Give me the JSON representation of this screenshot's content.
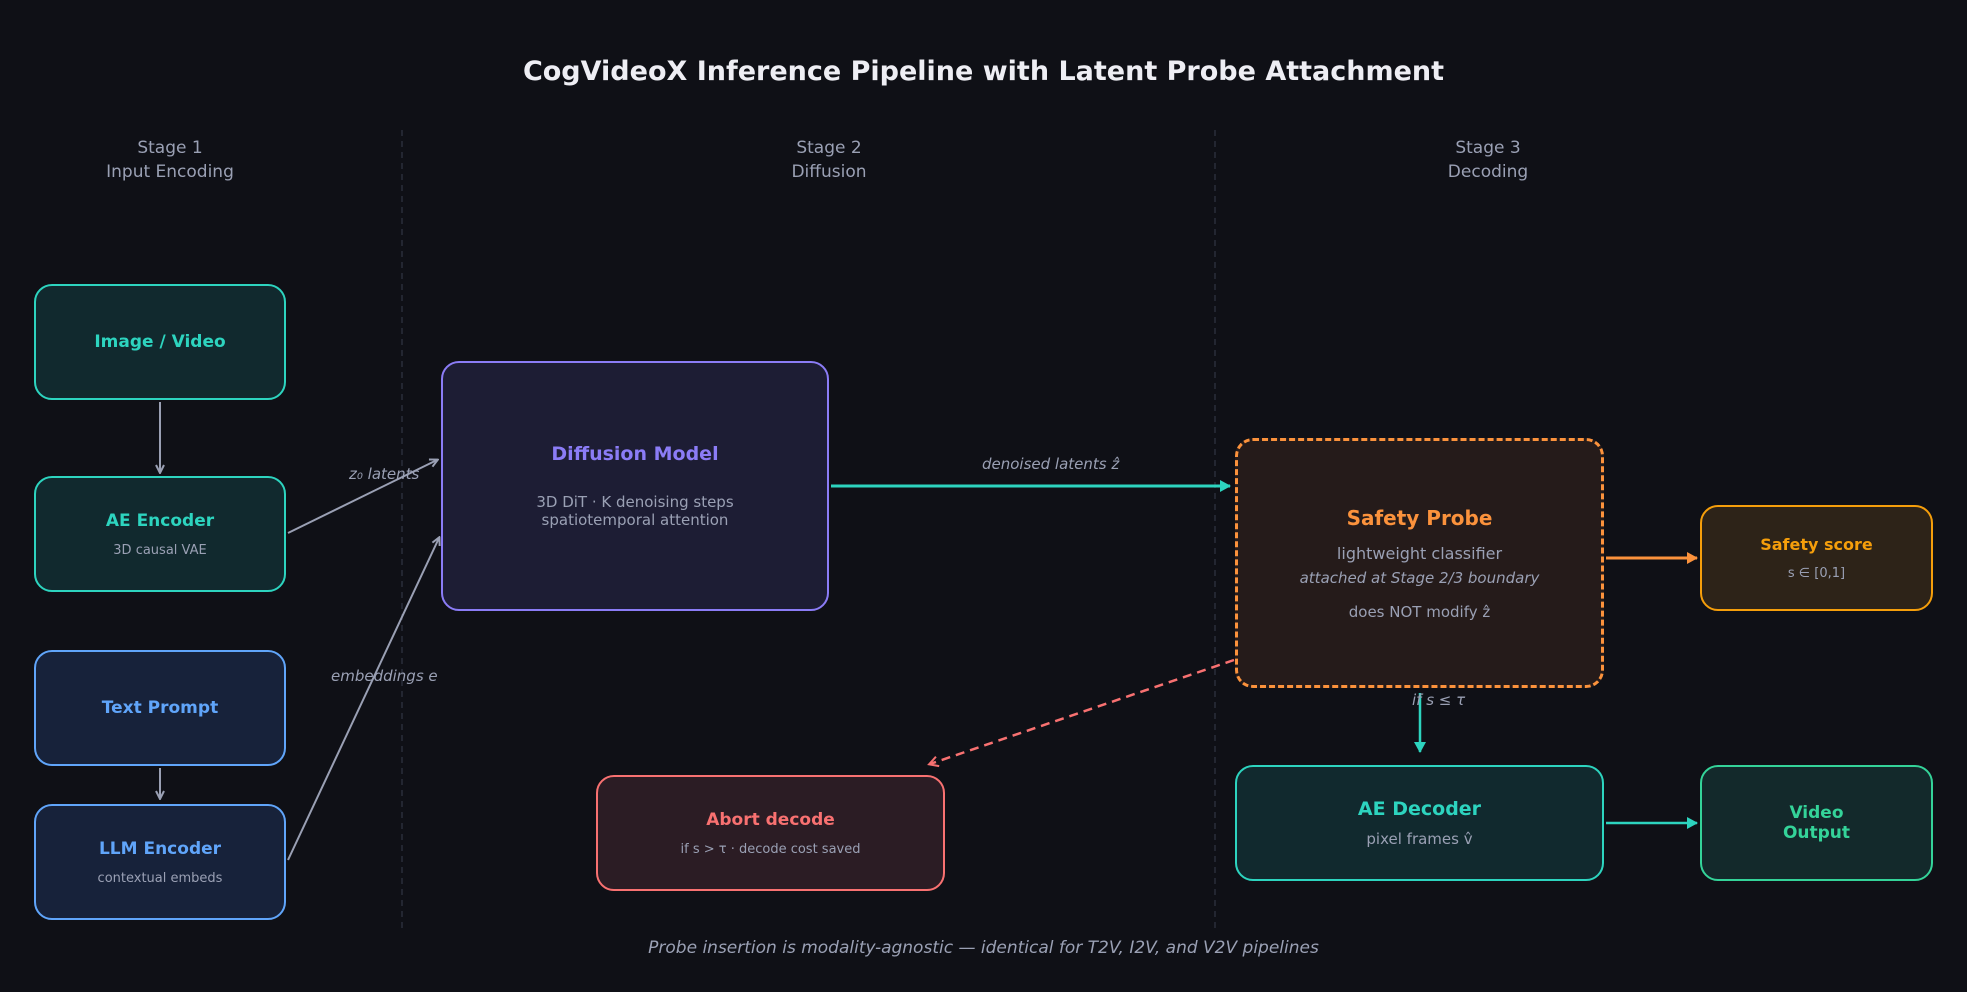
{
  "title": "CogVideoX Inference Pipeline with Latent Probe Attachment",
  "stages": [
    {
      "line1": "Stage 1",
      "line2": "Input Encoding"
    },
    {
      "line1": "Stage 2",
      "line2": "Diffusion"
    },
    {
      "line1": "Stage 3",
      "line2": "Decoding"
    }
  ],
  "nodes": {
    "image_video": {
      "title": "Image / Video"
    },
    "ae_encoder": {
      "title": "AE Encoder",
      "sub": "3D causal VAE"
    },
    "text_prompt": {
      "title": "Text Prompt"
    },
    "llm_encoder": {
      "title": "LLM Encoder",
      "sub": "contextual embeds"
    },
    "diffusion": {
      "title": "Diffusion Model",
      "sub1": "3D DiT · K denoising steps",
      "sub2": "spatiotemporal attention"
    },
    "safety_probe": {
      "title": "Safety Probe",
      "sub1": "lightweight classifier",
      "sub2": "attached at Stage 2/3 boundary",
      "sub3": "does NOT modify ẑ"
    },
    "safety_score": {
      "title": "Safety score",
      "sub": "s ∈ [0,1]"
    },
    "abort": {
      "title": "Abort decode",
      "sub": "if s > τ · decode cost saved"
    },
    "ae_decoder": {
      "title": "AE Decoder",
      "sub": "pixel frames v̂"
    },
    "video_output": {
      "line1": "Video",
      "line2": "Output"
    }
  },
  "edge_labels": {
    "z0": "z₀ latents",
    "embeddings": "embeddings e",
    "denoised": "denoised latents  ẑ",
    "threshold": "if s ≤ τ"
  },
  "footer": "Probe insertion is modality-agnostic — identical for T2V, I2V, and V2V pipelines",
  "colors": {
    "background": "#0f1016",
    "teal": "#2dd4bf",
    "blue": "#60a5fa",
    "purple": "#8b7cf6",
    "orange": "#fb923c",
    "amber": "#f59e0b",
    "red": "#f87171",
    "green": "#34d399",
    "gray_arrow": "#9aa0b4"
  }
}
